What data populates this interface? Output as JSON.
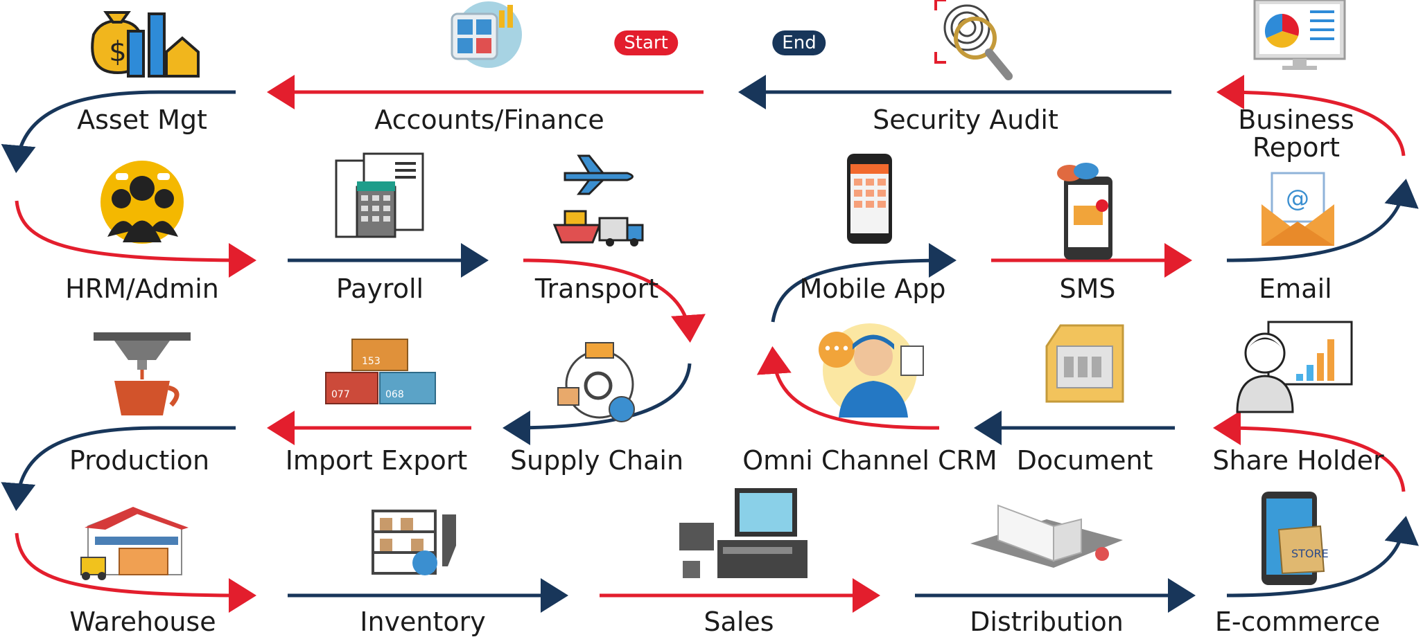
{
  "badges": {
    "start": "Start",
    "end": "End"
  },
  "modules": {
    "asset_mgt": "Asset Mgt",
    "accounts_finance": "Accounts/Finance",
    "security_audit": "Security Audit",
    "business_report": "Business Report",
    "hrm_admin": "HRM/Admin",
    "payroll": "Payroll",
    "transport": "Transport",
    "mobile_app": "Mobile App",
    "sms": "SMS",
    "email": "Email",
    "production": "Production",
    "import_export": "Import Export",
    "supply_chain": "Supply Chain",
    "omni_channel_crm": "Omni Channel CRM",
    "document": "Document",
    "share_holder": "Share Holder",
    "warehouse": "Warehouse",
    "inventory": "Inventory",
    "sales": "Sales",
    "distribution": "Distribution",
    "ecommerce": "E-commerce"
  },
  "colors": {
    "red": "#e31e2d",
    "navy": "#18365a",
    "text": "#1b1b1b"
  }
}
